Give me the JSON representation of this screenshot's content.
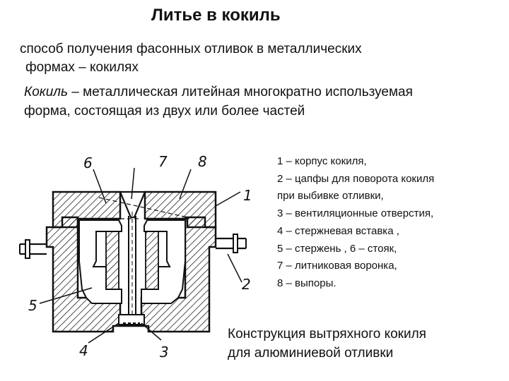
{
  "title": "Литье в кокиль",
  "definition1": {
    "line1": "способ получения фасонных отливок  в металлических",
    "line2": "формах – кокилях"
  },
  "definition2": {
    "term": "Кокиль",
    "line1_rest": " – металлическая литейная многократно используемая",
    "line2": "форма, состоящая из двух или более частей"
  },
  "legend": [
    "1 – корпус кокиля,",
    "2 – цапфы для поворота кокиля",
    " при выбивке отливки,",
    " 3 – вентиляционные отверстия,",
    " 4 – стержневая вставка ,",
    " 5 – стержень , 6 – стояк,",
    " 7 – литниковая воронка,",
    "8 – выпоры."
  ],
  "caption": {
    "line1": "Конструкция вытряхного кокиля",
    "line2": "для алюминиевой отливки"
  },
  "callouts": [
    "6",
    "7",
    "8",
    "1",
    "2",
    "5",
    "4",
    "3"
  ]
}
